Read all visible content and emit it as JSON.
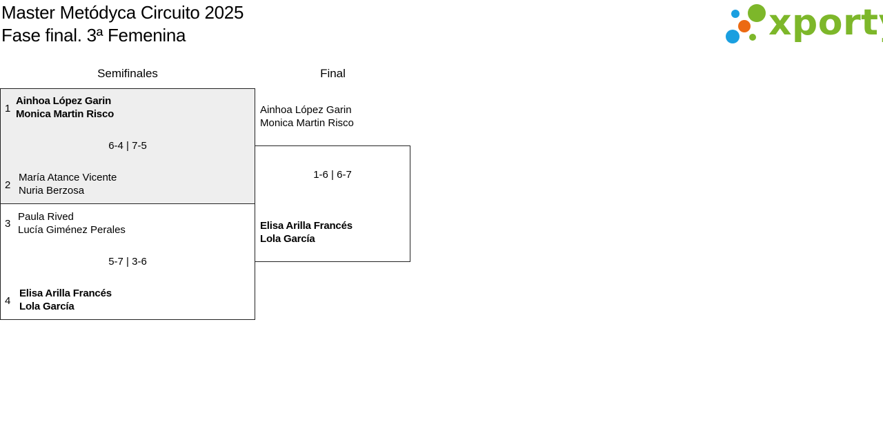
{
  "header": {
    "title_line1": "Master Metódyca Circuito 2025",
    "title_line2": "Fase final. 3ª Femenina"
  },
  "logo": {
    "text": "xporty",
    "colors": {
      "green": "#7db72a",
      "blue": "#1a9fe0",
      "orange": "#ec6a12"
    }
  },
  "rounds": {
    "semifinals_label": "Semifinales",
    "final_label": "Final"
  },
  "semifinals": [
    {
      "score": "6-4 | 7-5",
      "top": {
        "seed": "1",
        "player1": "Ainhoa López Garin",
        "player2": "Monica Martin Risco",
        "winner": true
      },
      "bottom": {
        "seed": "2",
        "player1": "María Atance Vicente",
        "player2": "Nuria Berzosa",
        "winner": false
      },
      "highlight_color": "#eeeeee"
    },
    {
      "score": "5-7 | 3-6",
      "top": {
        "seed": "3",
        "player1": "Paula Rived",
        "player2": "Lucía Giménez Perales",
        "winner": false
      },
      "bottom": {
        "seed": "4",
        "player1": "Elisa Arilla Francés",
        "player2": "Lola García",
        "winner": true
      }
    }
  ],
  "final": {
    "score": "1-6 | 6-7",
    "top": {
      "player1": "Ainhoa López Garin",
      "player2": "Monica Martin Risco",
      "winner": false
    },
    "bottom": {
      "player1": "Elisa Arilla Francés",
      "player2": "Lola García",
      "winner": true
    }
  }
}
